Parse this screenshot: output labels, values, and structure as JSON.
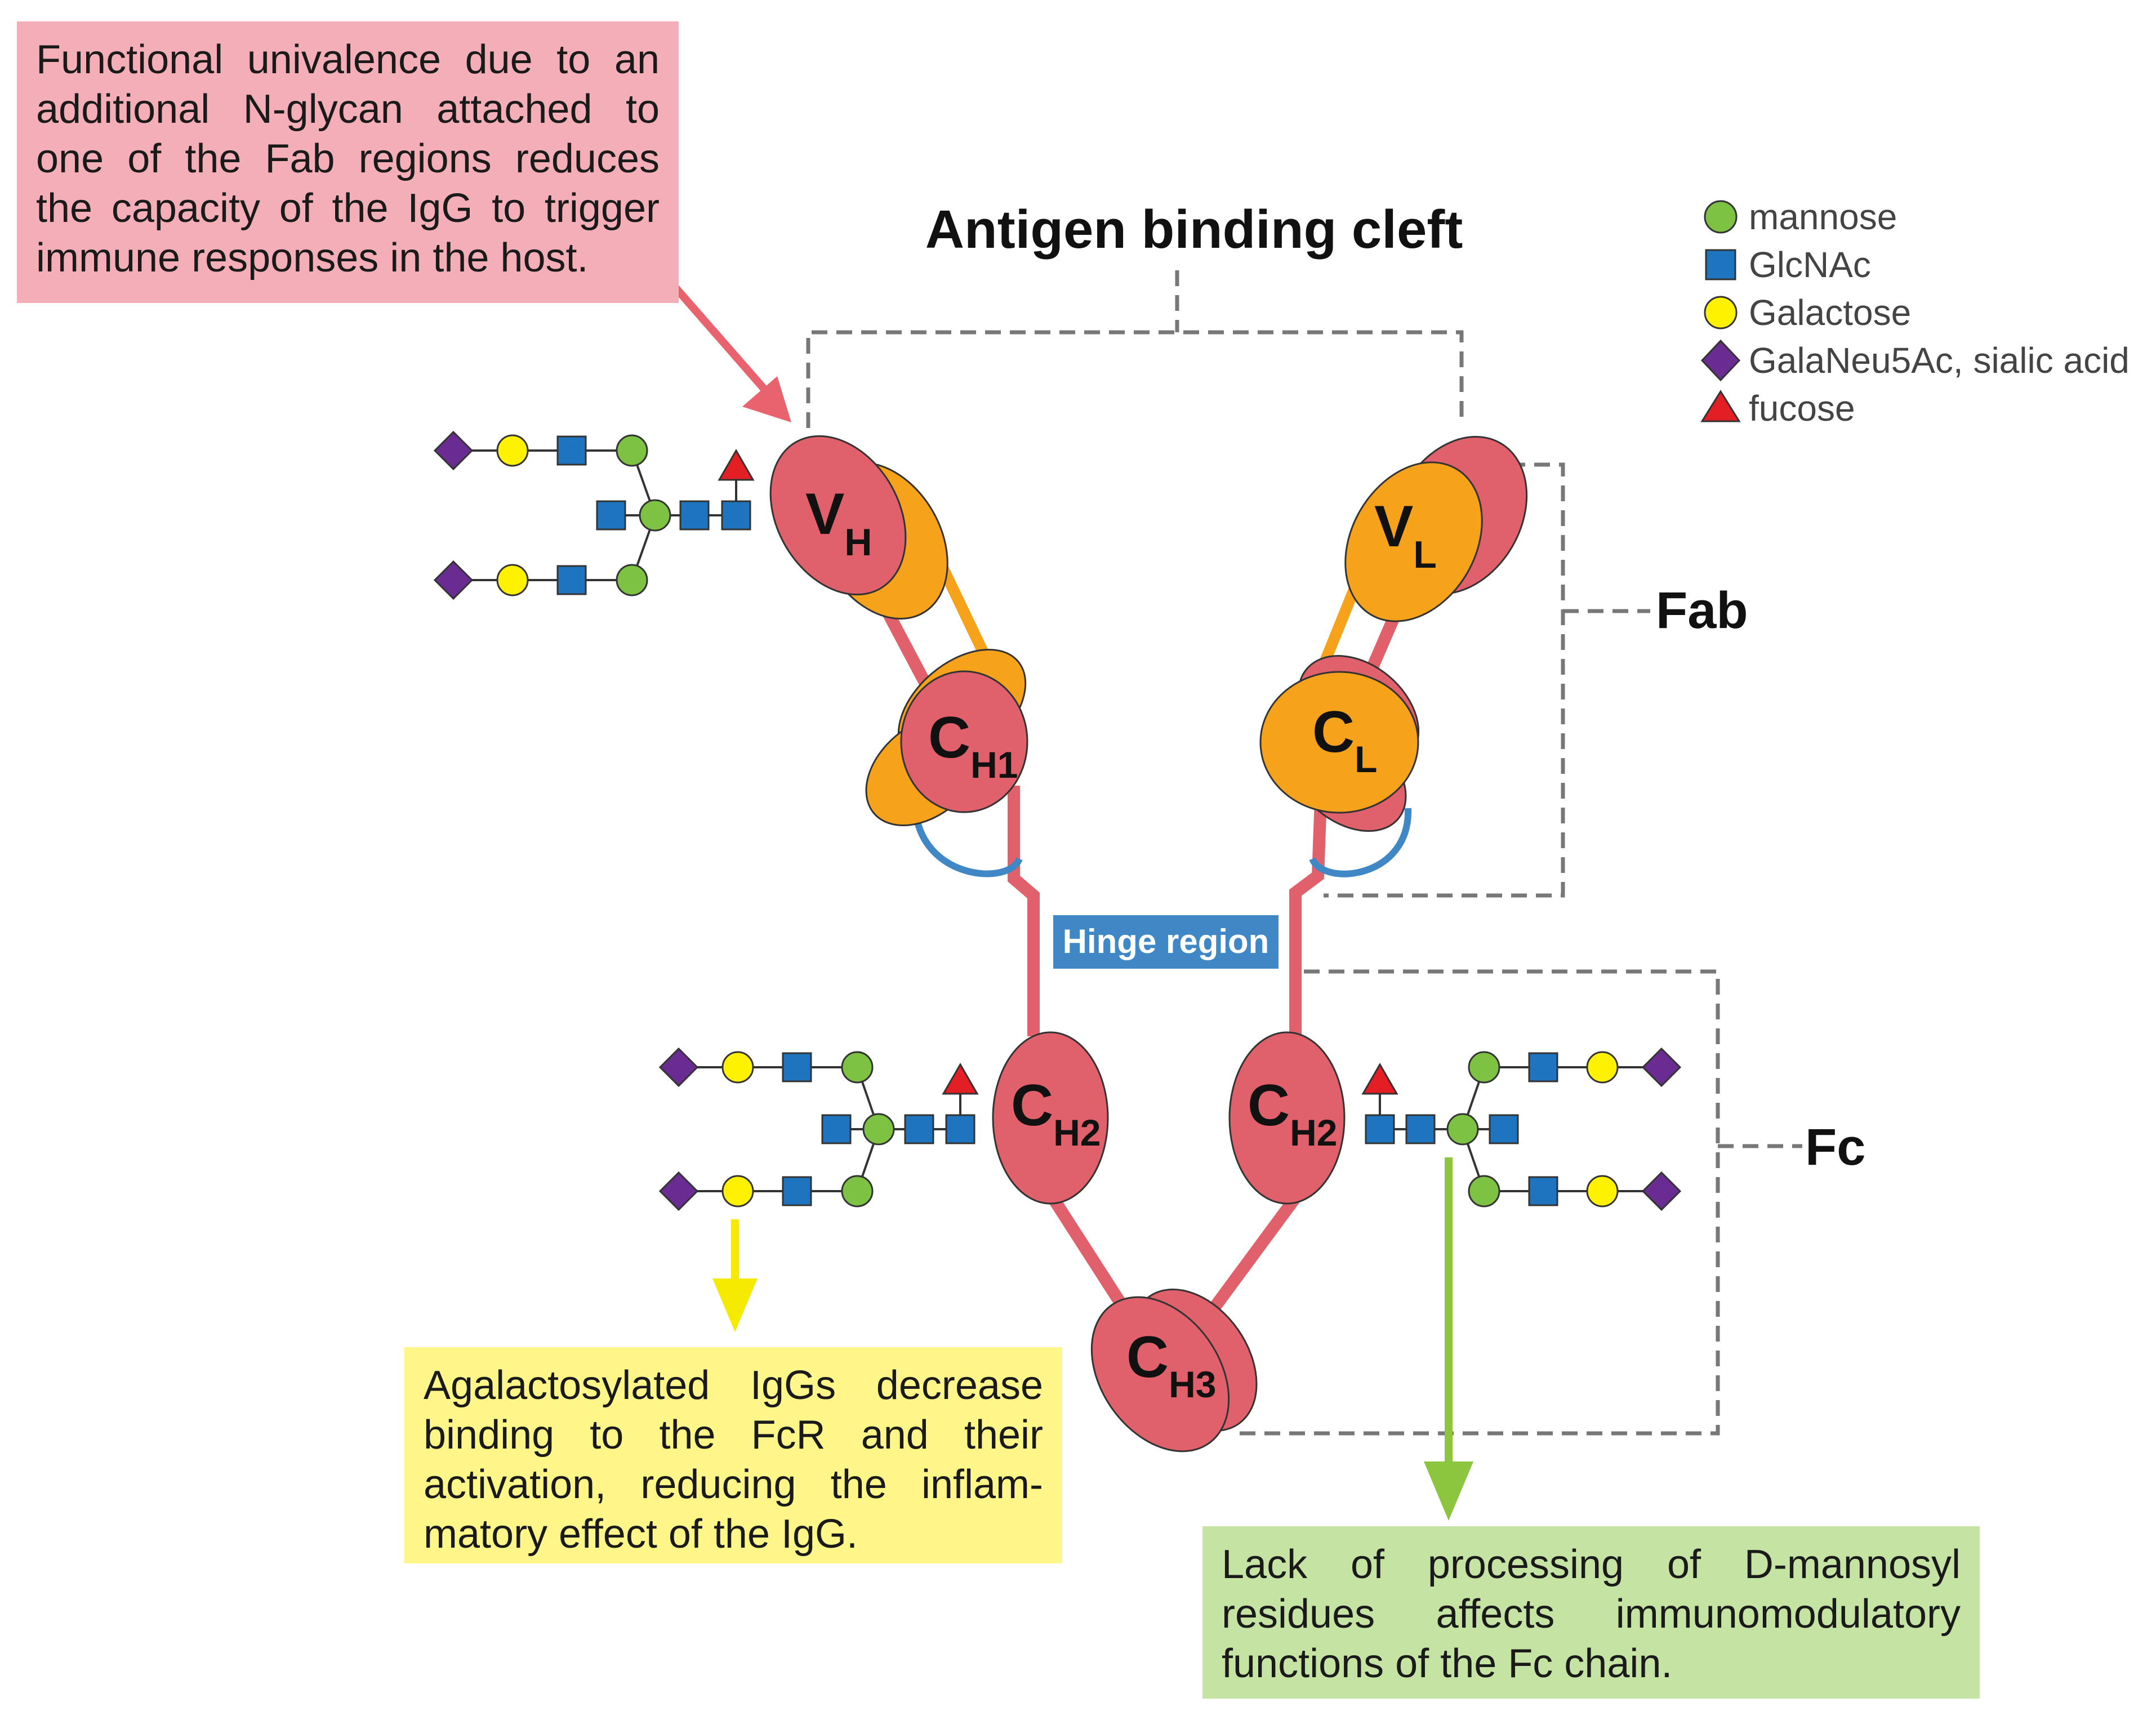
{
  "title": "Antigen binding cleft",
  "notes": {
    "top": "Functional univalence due to an additional N-glycan attached to one of the Fab regions reduces the capacity of the IgG to trigger immune responses in the host.",
    "yellow": "Agalactosylated IgGs decrease binding to the FcR and their activation, reducing the inflam-matory effect of the IgG.",
    "green": "Lack of processing of D-mannosyl residues affects immunomodulatory functions of the Fc chain."
  },
  "legend": [
    {
      "label": "mannose",
      "shape": "circle",
      "color": "#7dc242"
    },
    {
      "label": "GlcNAc",
      "shape": "square",
      "color": "#1f74bf"
    },
    {
      "label": "Galactose",
      "shape": "circle",
      "color": "#fff200"
    },
    {
      "label": "GalaNeu5Ac, sialic acid",
      "shape": "diamond",
      "color": "#6a2c91"
    },
    {
      "label": "fucose",
      "shape": "triangle",
      "color": "#e31e24"
    }
  ],
  "brackets": {
    "fab": "Fab",
    "fc": "Fc"
  },
  "hinge": "Hinge region",
  "domains": {
    "vh": {
      "main": "V",
      "sub": "H"
    },
    "vl": {
      "main": "V",
      "sub": "L"
    },
    "ch1": {
      "main": "C",
      "sub": "H1"
    },
    "cl": {
      "main": "C",
      "sub": "L"
    },
    "ch2_left": {
      "main": "C",
      "sub": "H2"
    },
    "ch2_right": {
      "main": "C",
      "sub": "H2"
    },
    "ch3": {
      "main": "C",
      "sub": "H3"
    }
  },
  "colors": {
    "heavy_chain": "#e0606b",
    "light_chain": "#f6a31b",
    "linker": "#3f88c5",
    "hinge_bg": "#3f88c5",
    "arrow_top": "#e8636e",
    "arrow_yellow": "#f6ea00",
    "arrow_green": "#8cc63f",
    "bracket": "#777777"
  }
}
